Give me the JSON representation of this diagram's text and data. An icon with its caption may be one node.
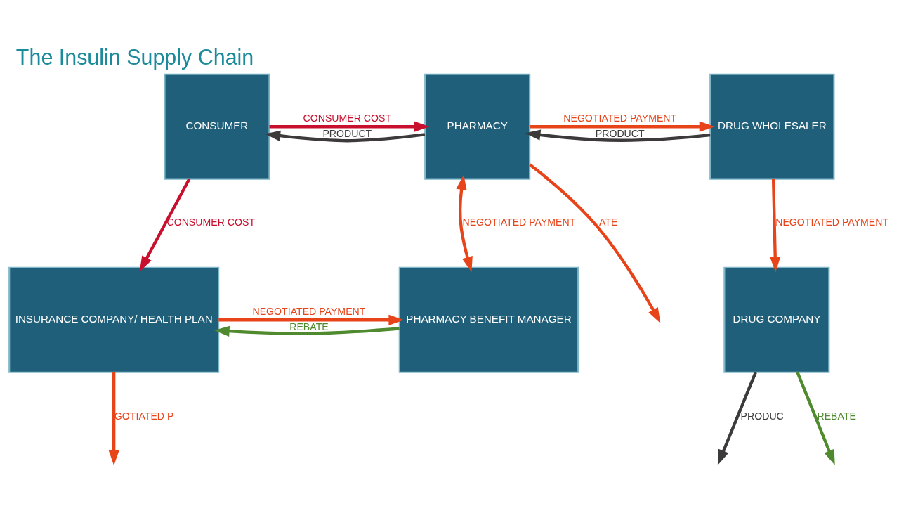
{
  "diagram": {
    "title": "The Insulin Supply Chain",
    "nodes": [
      {
        "text": [
          "CONSUMER"
        ]
      },
      {
        "text": [
          "PHARMACY"
        ]
      },
      {
        "text": [
          "DRUG WHOLESALER"
        ]
      },
      {
        "text": [
          "INSURANCE COMPANY/ HEALTH PLAN"
        ]
      },
      {
        "text": [
          "PHARMACY BENEFIT MANAGER"
        ]
      },
      {
        "text": [
          "DRUG COMPANY"
        ]
      }
    ],
    "edges": [
      {
        "from": 1,
        "to": 0,
        "arrow": "to",
        "label": "PRODUCT",
        "color": "#3d3a3b"
      },
      {
        "from": 0,
        "to": 1,
        "arrow": "to",
        "label": "CONSUMER COST",
        "color": "#c8102e"
      },
      {
        "from": 2,
        "to": 1,
        "arrow": "to",
        "label": "PRODUCT",
        "color": "#3d3a3b"
      },
      {
        "from": 1,
        "to": 2,
        "arrow": "to",
        "label": "NEGOTIATED PAYMENT",
        "color": "#e8441a"
      },
      {
        "from": 0,
        "to": 3,
        "arrow": "to",
        "label": "CONSUMER COST",
        "color": "#c8102e"
      },
      {
        "from": 3,
        "to": null,
        "arrow": "to",
        "label": "GOTIATED P",
        "color": "#e8441a"
      },
      {
        "from": 1,
        "to": 4,
        "arrow": "both",
        "label": "NEGOTIATED PAYMENT",
        "color": "#e8441a"
      },
      {
        "from": 1,
        "to": null,
        "arrow": "to",
        "label": "ATE",
        "color": "#e8441a"
      },
      {
        "from": 2,
        "to": 5,
        "arrow": "to",
        "label": "NEGOTIATED PAYMENT",
        "color": "#e8441a"
      },
      {
        "from": 5,
        "to": null,
        "arrow": "to",
        "label": "PRODUC",
        "color": "#3d3a3b"
      },
      {
        "from": 4,
        "to": 3,
        "arrow": "to",
        "label": "REBATE",
        "color": "#4f8a2e"
      },
      {
        "from": 3,
        "to": 4,
        "arrow": "to",
        "label": "NEGOTIATED PAYMENT",
        "color": "#e8441a"
      },
      {
        "from": 5,
        "to": null,
        "arrow": "to",
        "label": "REBATE",
        "color": "#4f8a2e"
      }
    ]
  }
}
